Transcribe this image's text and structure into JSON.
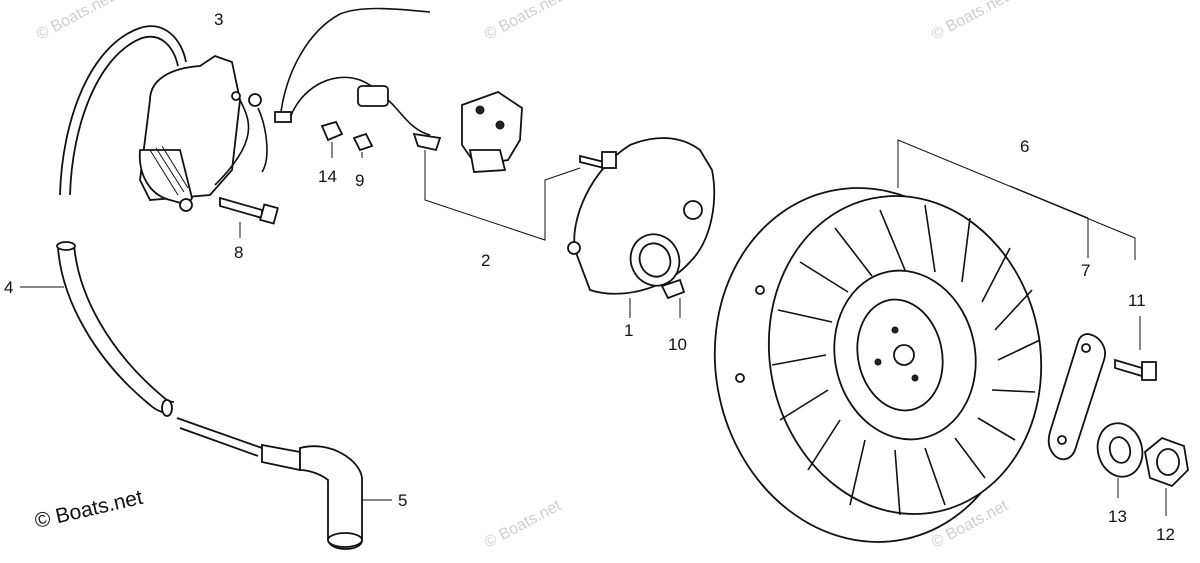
{
  "watermark_text": "© Boats.net",
  "brand_text": "© Boats.net",
  "callouts": [
    {
      "id": "1",
      "label": "1"
    },
    {
      "id": "2",
      "label": "2"
    },
    {
      "id": "3",
      "label": "3"
    },
    {
      "id": "4",
      "label": "4"
    },
    {
      "id": "5",
      "label": "5"
    },
    {
      "id": "6",
      "label": "6"
    },
    {
      "id": "7",
      "label": "7"
    },
    {
      "id": "8",
      "label": "8"
    },
    {
      "id": "9",
      "label": "9"
    },
    {
      "id": "10",
      "label": "10"
    },
    {
      "id": "11",
      "label": "11"
    },
    {
      "id": "12",
      "label": "12"
    },
    {
      "id": "13",
      "label": "13"
    },
    {
      "id": "14",
      "label": "14"
    }
  ]
}
